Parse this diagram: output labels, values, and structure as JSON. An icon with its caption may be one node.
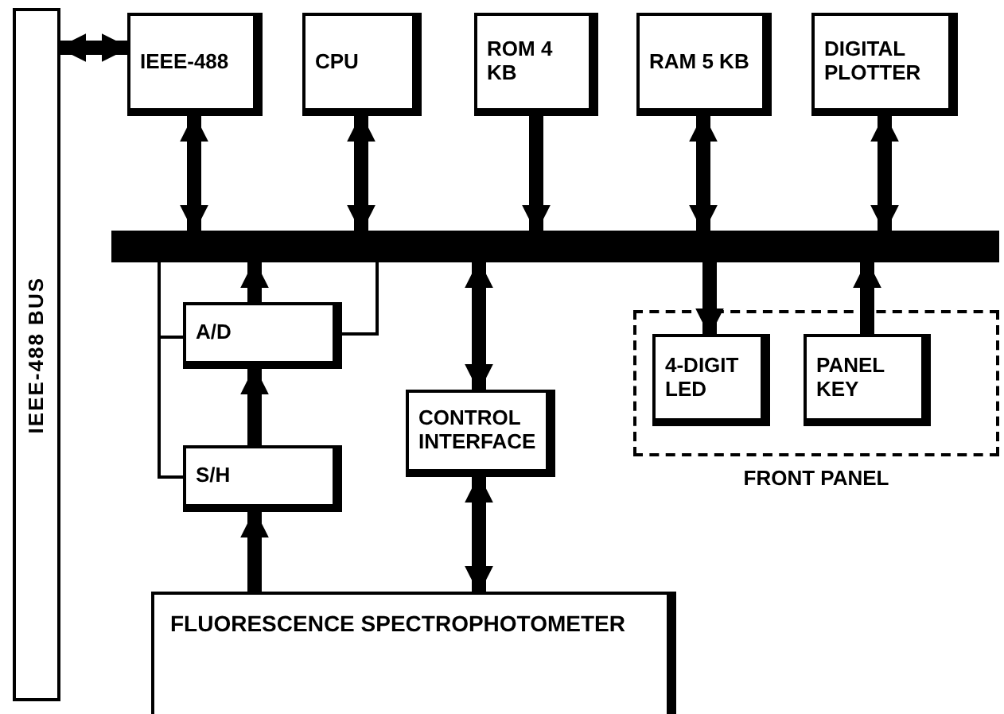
{
  "diagram": {
    "nodes": [
      {
        "text": [
          "IEEE-488 BUS"
        ]
      },
      {
        "text": [],
        "shape": "bar"
      },
      {
        "text": [
          "IEEE-488"
        ]
      },
      {
        "text": [
          "CPU"
        ]
      },
      {
        "text": [
          "ROM 4 KB"
        ]
      },
      {
        "text": [
          "RAM 5 KB"
        ]
      },
      {
        "text": [
          "DIGITAL PLOTTER"
        ]
      },
      {
        "text": [
          "A/D"
        ]
      },
      {
        "text": [
          "CONTROL INTERFACE"
        ]
      },
      {
        "text": [
          "FRONT PANEL"
        ]
      },
      {
        "text": [
          "4-DIGIT LED"
        ],
        "in": 9
      },
      {
        "text": [
          "PANEL KEY"
        ],
        "in": 9
      },
      {
        "text": [
          "S/H"
        ]
      },
      {
        "text": [
          "FLUORESCENCE SPECTROPHOTOMETER"
        ]
      }
    ],
    "edges": [
      {
        "from": 0,
        "to": 2,
        "arrow": "both"
      },
      {
        "from": 2,
        "to": 1,
        "arrow": "both"
      },
      {
        "from": 3,
        "to": 1,
        "arrow": "both"
      },
      {
        "from": 4,
        "to": 1,
        "arrow": "to"
      },
      {
        "from": 5,
        "to": 1,
        "arrow": "both"
      },
      {
        "from": 6,
        "to": 1,
        "arrow": "both"
      },
      {
        "from": 7,
        "to": 1,
        "arrow": "to"
      },
      {
        "from": 1,
        "to": 7,
        "arrow": "none"
      },
      {
        "from": 1,
        "to": 7,
        "arrow": "none"
      },
      {
        "from": 1,
        "to": 12,
        "arrow": "none"
      },
      {
        "from": 12,
        "to": 7,
        "arrow": "to"
      },
      {
        "from": 8,
        "to": 1,
        "arrow": "both"
      },
      {
        "from": 13,
        "to": 8,
        "arrow": "both"
      },
      {
        "from": 1,
        "to": 10,
        "arrow": "to"
      },
      {
        "from": 11,
        "to": 1,
        "arrow": "to"
      },
      {
        "from": 13,
        "to": 12,
        "arrow": "to"
      }
    ]
  }
}
